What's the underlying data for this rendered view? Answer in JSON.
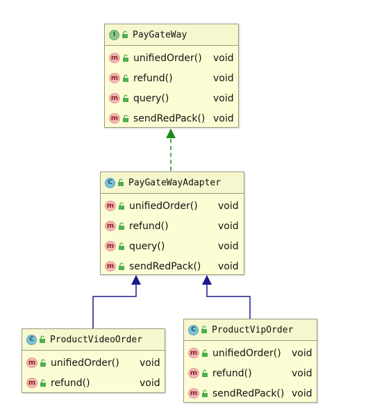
{
  "classes": {
    "paygateway": {
      "badge": "I",
      "name": "PayGateWay",
      "methods": [
        {
          "badge": "m",
          "name": "unifiedOrder()",
          "type": "void"
        },
        {
          "badge": "m",
          "name": "refund()",
          "type": "void"
        },
        {
          "badge": "m",
          "name": "query()",
          "type": "void"
        },
        {
          "badge": "m",
          "name": "sendRedPack()",
          "type": "void"
        }
      ]
    },
    "adapter": {
      "badge": "C",
      "name": "PayGateWayAdapter",
      "methods": [
        {
          "badge": "m",
          "name": "unifiedOrder()",
          "type": "void"
        },
        {
          "badge": "m",
          "name": "refund()",
          "type": "void"
        },
        {
          "badge": "m",
          "name": "query()",
          "type": "void"
        },
        {
          "badge": "m",
          "name": "sendRedPack()",
          "type": "void"
        }
      ]
    },
    "video": {
      "badge": "C",
      "name": "ProductVideoOrder",
      "methods": [
        {
          "badge": "m",
          "name": "unifiedOrder()",
          "type": "void"
        },
        {
          "badge": "m",
          "name": "refund()",
          "type": "void"
        }
      ]
    },
    "vip": {
      "badge": "C",
      "name": "ProductVipOrder",
      "methods": [
        {
          "badge": "m",
          "name": "unifiedOrder()",
          "type": "void"
        },
        {
          "badge": "m",
          "name": "refund()",
          "type": "void"
        },
        {
          "badge": "m",
          "name": "sendRedPack()",
          "type": "void"
        }
      ]
    }
  },
  "colors": {
    "realization_arrow": "#1a8a1a",
    "inheritance_arrow": "#1a1a8a",
    "class_fill": "#fdfdd5",
    "lock_icon": "#4caf50"
  }
}
